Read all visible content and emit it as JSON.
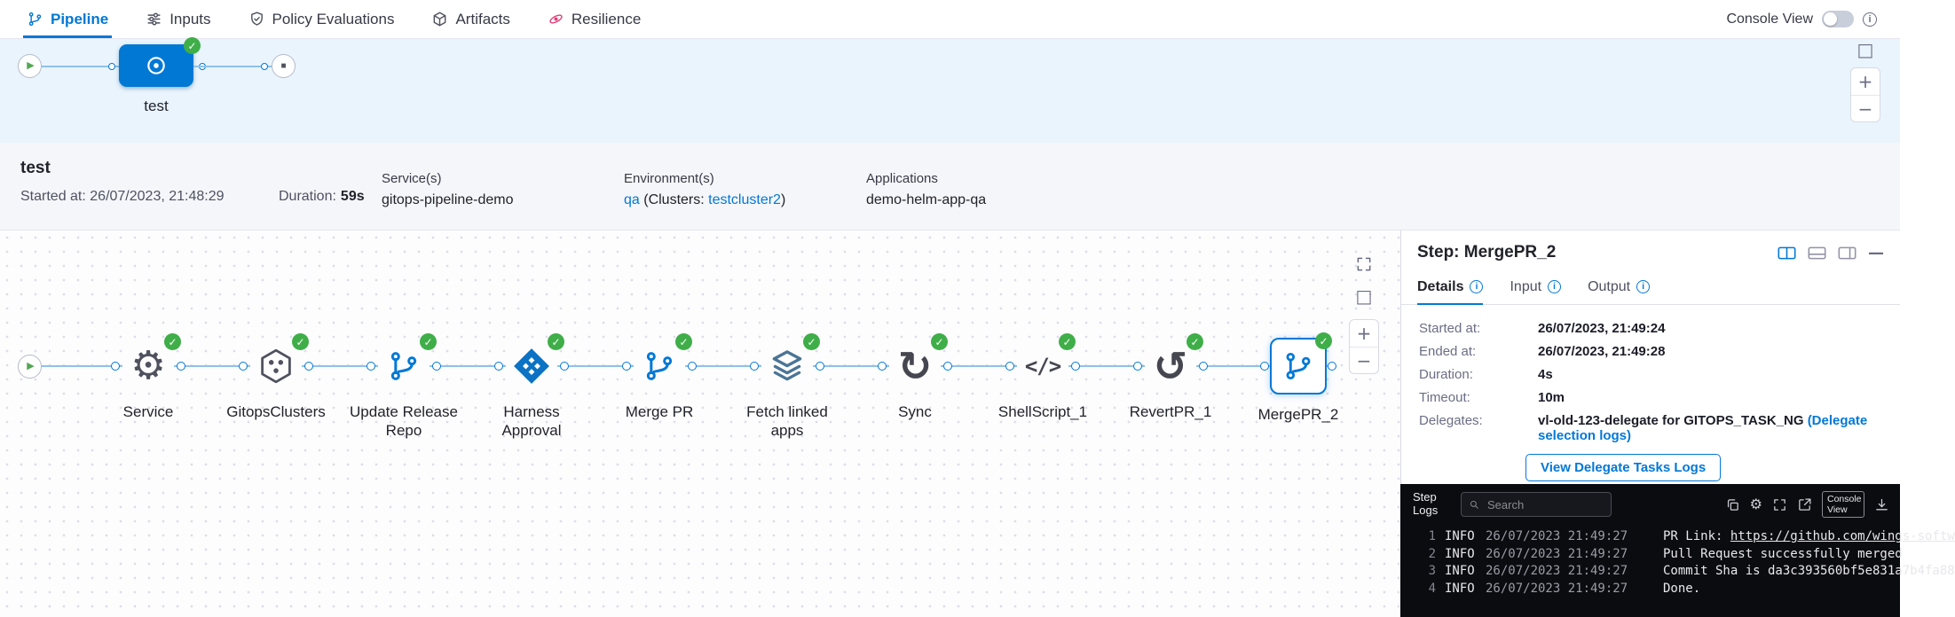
{
  "colors": {
    "accent": "#0278d5",
    "success": "#3fae49",
    "console_bg": "#0b0c10"
  },
  "icons": {
    "check": "✓",
    "play": "▶",
    "stop": "■",
    "gear": "⚙",
    "sync": "↻",
    "revert": "↺",
    "code": "</>",
    "square": "□",
    "plus": "+",
    "minus": "−",
    "minimize": "—"
  },
  "topnav": {
    "tabs": [
      {
        "label": "Pipeline"
      },
      {
        "label": "Inputs"
      },
      {
        "label": "Policy Evaluations"
      },
      {
        "label": "Artifacts"
      },
      {
        "label": "Resilience"
      }
    ],
    "console_view_label": "Console View"
  },
  "stage_strip": {
    "stage_label": "test"
  },
  "meta": {
    "pipeline_name": "test",
    "started": "Started at: 26/07/2023, 21:48:29",
    "duration_label": "Duration:",
    "duration_value": "59s",
    "services_label": "Service(s)",
    "service_name": "gitops-pipeline-demo",
    "environments_label": "Environment(s)",
    "env_name": "qa",
    "env_mid": " (Clusters: ",
    "cluster_name": "testcluster2",
    "env_end": ")",
    "applications_label": "Applications",
    "application_name": "demo-helm-app-qa"
  },
  "graph": {
    "steps": [
      {
        "label": "Service"
      },
      {
        "label": "GitopsClusters"
      },
      {
        "label": "Update Release Repo"
      },
      {
        "label": "Harness Approval"
      },
      {
        "label": "Merge PR"
      },
      {
        "label": "Fetch linked apps"
      },
      {
        "label": "Sync"
      },
      {
        "label": "ShellScript_1"
      },
      {
        "label": "RevertPR_1"
      },
      {
        "label": "MergePR_2"
      }
    ]
  },
  "panel": {
    "title": "Step: MergePR_2",
    "tabs": [
      {
        "label": "Details"
      },
      {
        "label": "Input"
      },
      {
        "label": "Output"
      }
    ],
    "rows": [
      {
        "label": "Started at:",
        "value": "26/07/2023, 21:49:24"
      },
      {
        "label": "Ended at:",
        "value": "26/07/2023, 21:49:28"
      },
      {
        "label": "Duration:",
        "value": "4s"
      },
      {
        "label": "Timeout:",
        "value": "10m"
      },
      {
        "label": "Delegates:",
        "value": "vl-old-123-delegate for GITOPS_TASK_NG ",
        "link": "(Delegate selection logs)"
      }
    ],
    "button": "View Delegate Tasks Logs"
  },
  "console": {
    "title": "Step Logs",
    "search_placeholder": "Search",
    "console_view_label": "Console View",
    "logs": [
      {
        "num": "1",
        "level": "INFO",
        "time": "26/07/2023 21:49:27",
        "msg": "PR Link: ",
        "link": "https://github.com/wings-softw"
      },
      {
        "num": "2",
        "level": "INFO",
        "time": "26/07/2023 21:49:27",
        "msg": "Pull Request successfully merged"
      },
      {
        "num": "3",
        "level": "INFO",
        "time": "26/07/2023 21:49:27",
        "msg": "Commit Sha is da3c393560bf5e831a7b4fa88"
      },
      {
        "num": "4",
        "level": "INFO",
        "time": "26/07/2023 21:49:27",
        "msg": "Done."
      }
    ]
  }
}
